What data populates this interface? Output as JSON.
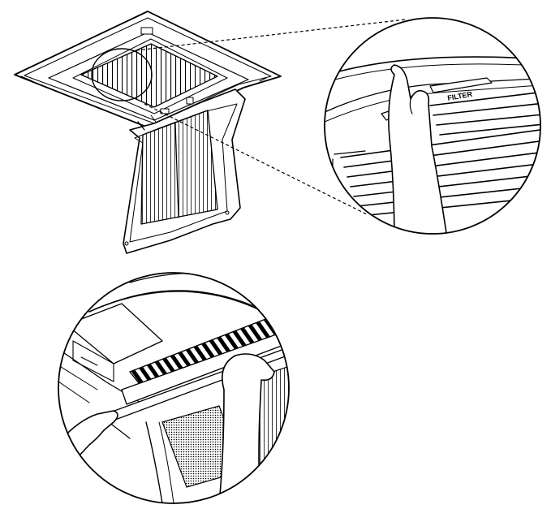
{
  "figure": {
    "panels": [
      {
        "id": "unit-overview",
        "name": "ceiling-cassette-unit-overview"
      },
      {
        "id": "detail-top",
        "name": "filter-latch-detail"
      },
      {
        "id": "detail-bottom",
        "name": "filter-removal-detail"
      }
    ],
    "labels": {
      "filter_mark": "FILTER"
    },
    "colors": {
      "line": "#000000",
      "background": "#ffffff",
      "fill_light": "#f2f2f2",
      "fill_mid": "#d9d9d9"
    }
  }
}
